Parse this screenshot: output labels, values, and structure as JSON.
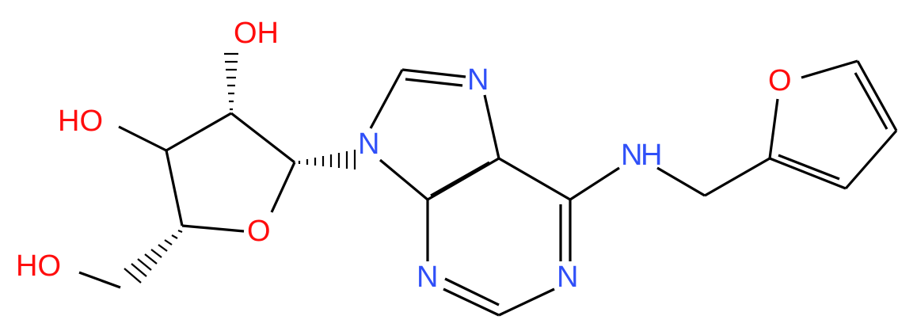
{
  "colors": {
    "bond": "#000000",
    "oxygen": "#ff0d0d",
    "nitrogen": "#3050f8",
    "background": "#ffffff"
  },
  "labels": {
    "oh_top": "OH",
    "oh_left": "HO",
    "oh_bottom": "HO",
    "ring_oxygen": "O",
    "n9": "N",
    "n7": "N",
    "n1": "N",
    "n3": "N",
    "nh": "N",
    "nh_h": "H",
    "furan_oxygen": "O"
  }
}
